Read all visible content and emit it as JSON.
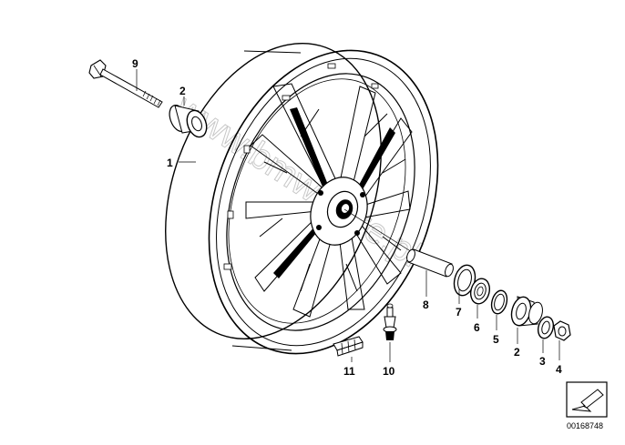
{
  "watermark": "www.bmwstore.pl",
  "doc_number": "00168748",
  "callouts": {
    "c1": "1",
    "c2a": "2",
    "c2b": "2",
    "c3": "3",
    "c4": "4",
    "c5": "5",
    "c6": "6",
    "c7": "7",
    "c8": "8",
    "c9": "9",
    "c10": "10",
    "c11": "11"
  }
}
